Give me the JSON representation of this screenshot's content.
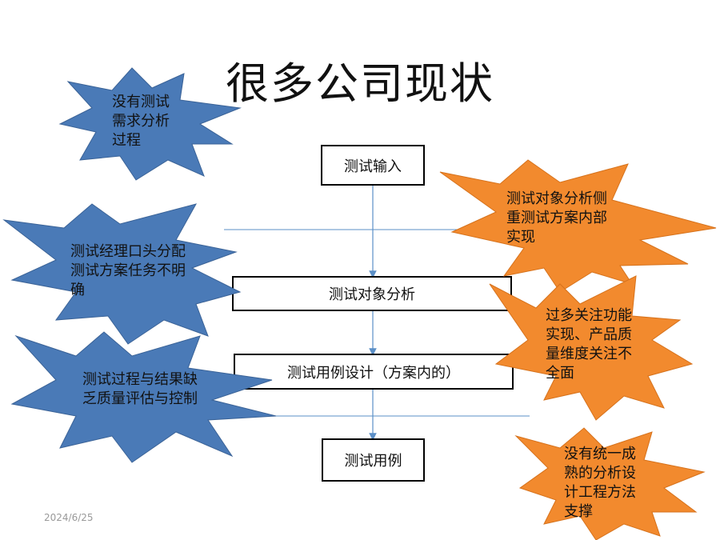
{
  "title": "很多公司现状",
  "flow": {
    "box1": "测试输入",
    "box2": "测试对象分析",
    "box3": "测试用例设计（方案内的）",
    "box4": "测试用例"
  },
  "callouts": {
    "left1": [
      "没有测试",
      "需求分析",
      "过程"
    ],
    "left2": [
      "测试经理口头分配",
      "测试方案任务不明",
      "确"
    ],
    "left3": [
      "测试过程与结果缺",
      "乏质量评估与控制"
    ],
    "right1": [
      "测试对象分析侧",
      "重测试方案内部",
      "实现"
    ],
    "right2": [
      "过多关注功能",
      "实现、产品质",
      "量维度关注不",
      "全面"
    ],
    "right3": [
      "没有统一成",
      "熟的分析设",
      "计工程方法",
      "支撑"
    ]
  },
  "colors": {
    "blue_burst": "#4a7ab7",
    "orange_burst": "#f28a2e",
    "connector": "#5b8fc7"
  },
  "footer": {
    "date": "2024/6/25"
  }
}
